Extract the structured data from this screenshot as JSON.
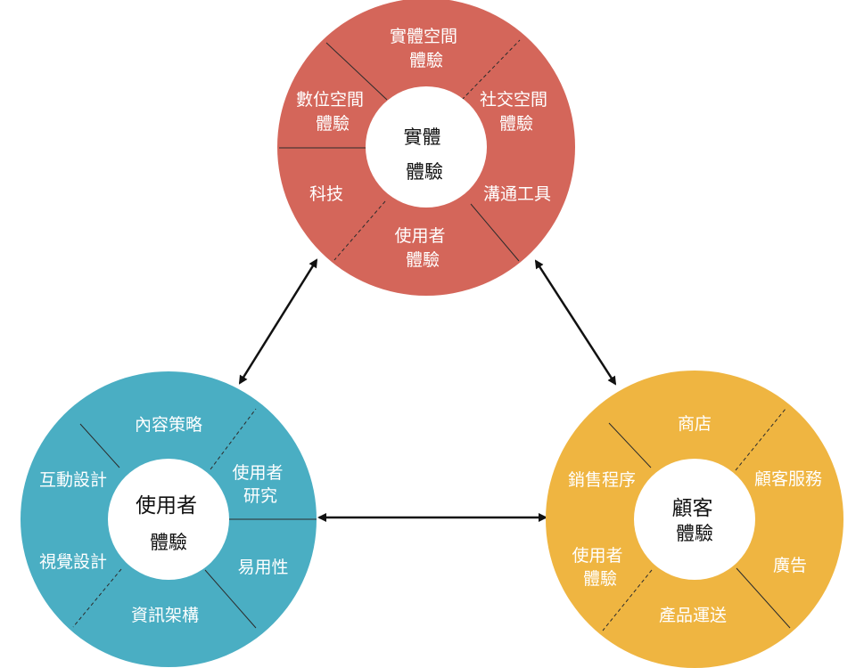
{
  "physical": {
    "color": "#d4665a",
    "center_lines": [
      "實體",
      "體驗"
    ],
    "segments": [
      {
        "lines": [
          "實體空間",
          "體驗"
        ]
      },
      {
        "lines": [
          "社交空間",
          "體驗"
        ]
      },
      {
        "lines": [
          "溝通工具"
        ]
      },
      {
        "lines": [
          "使用者",
          "體驗"
        ]
      },
      {
        "lines": [
          "科技"
        ]
      },
      {
        "lines": [
          "數位空間",
          "體驗"
        ]
      }
    ]
  },
  "user": {
    "color": "#4aaec3",
    "center_lines": [
      "使用者",
      "體驗"
    ],
    "segments": [
      {
        "lines": [
          "內容策略"
        ]
      },
      {
        "lines": [
          "使用者",
          "研究"
        ]
      },
      {
        "lines": [
          "易用性"
        ]
      },
      {
        "lines": [
          "資訊架構"
        ]
      },
      {
        "lines": [
          "視覺設計"
        ]
      },
      {
        "lines": [
          "互動設計"
        ]
      }
    ]
  },
  "customer": {
    "color": "#efb541",
    "center_lines": [
      "顧客",
      "體驗"
    ],
    "segments": [
      {
        "lines": [
          "商店"
        ]
      },
      {
        "lines": [
          "顧客服務"
        ]
      },
      {
        "lines": [
          "廣告"
        ]
      },
      {
        "lines": [
          "產品運送"
        ]
      },
      {
        "lines": [
          "使用者",
          "體驗"
        ]
      },
      {
        "lines": [
          "銷售程序"
        ]
      }
    ]
  },
  "connections": [
    {
      "from": "physical",
      "to": "user",
      "type": "bidirectional-arrow"
    },
    {
      "from": "physical",
      "to": "customer",
      "type": "bidirectional-arrow"
    },
    {
      "from": "user",
      "to": "customer",
      "type": "bidirectional-arrow"
    }
  ]
}
